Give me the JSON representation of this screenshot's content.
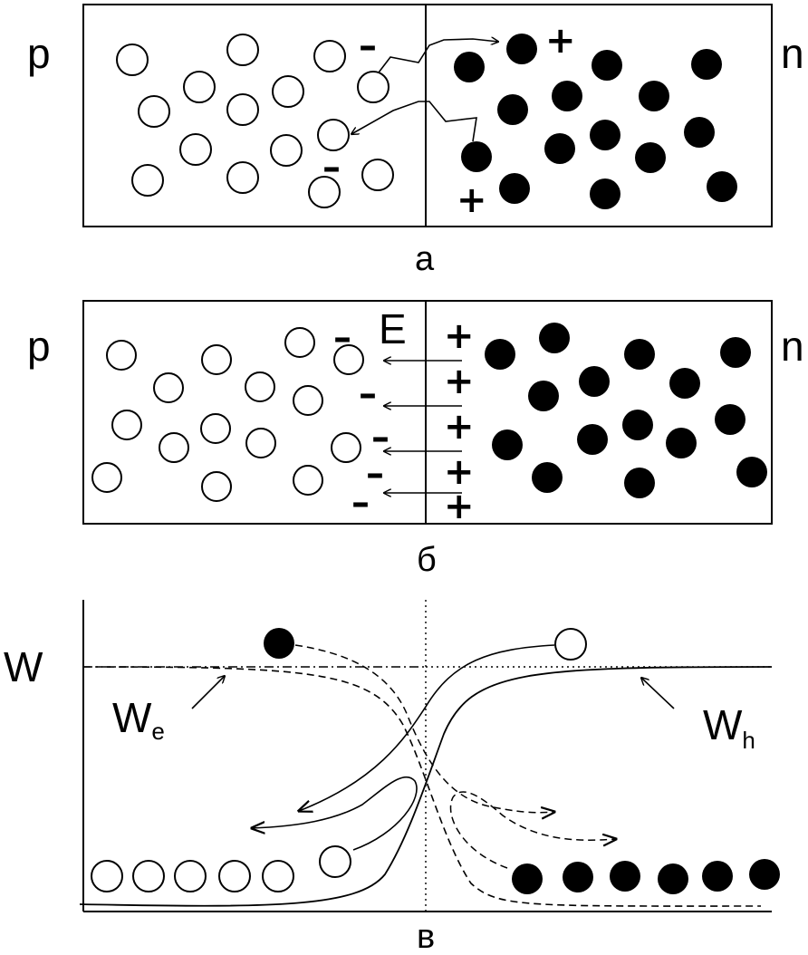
{
  "panels": {
    "a": {
      "caption": "а",
      "left_label": "p",
      "right_label": "n",
      "minus_signs": [
        "–",
        "–"
      ],
      "plus_signs": [
        "+",
        "+"
      ]
    },
    "b": {
      "caption": "б",
      "left_label": "p",
      "right_label": "n",
      "field_label": "E",
      "minus_signs": [
        "–",
        "–",
        "–",
        "–",
        "–"
      ],
      "plus_signs": [
        "+",
        "+",
        "+",
        "+",
        "+"
      ]
    },
    "c": {
      "caption": "в",
      "axis_label": "W",
      "electron_label": "W",
      "electron_subscript": "e",
      "hole_label": "W",
      "hole_subscript": "h"
    }
  }
}
